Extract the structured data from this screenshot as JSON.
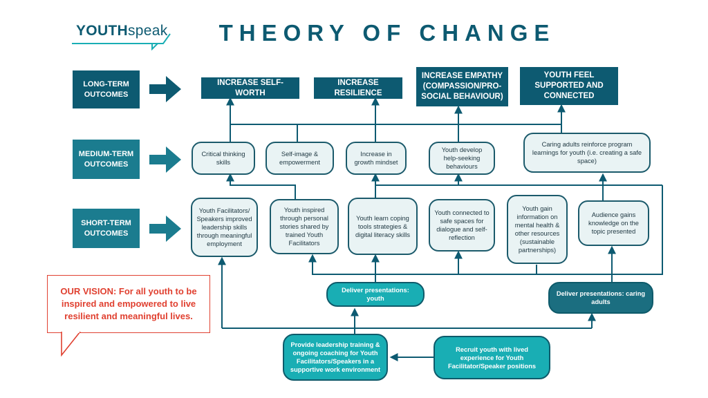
{
  "logo": {
    "part1": "YOUTH",
    "part2": "speak"
  },
  "title": "THEORY OF CHANGE",
  "row_labels": {
    "long": "LONG-TERM OUTCOMES",
    "medium": "MEDIUM-TERM OUTCOMES",
    "short": "SHORT-TERM OUTCOMES"
  },
  "long_term": [
    "INCREASE SELF-WORTH",
    "INCREASE RESILIENCE",
    "INCREASE EMPATHY (COMPASSION/PRO-SOCIAL BEHAVIOUR)",
    "YOUTH FEEL SUPPORTED AND CONNECTED"
  ],
  "medium_term": [
    "Critical thinking skills",
    "Self-image & empowerment",
    "Increase in growth mindset",
    "Youth develop help-seeking behaviours",
    "Caring adults reinforce program learnings for youth (i.e. creating a safe space)"
  ],
  "short_term": [
    "Youth Facilitators/ Speakers improved leadership skills through meaningful employment",
    "Youth inspired through personal stories shared by trained Youth Facilitators",
    "Youth learn coping tools strategies & digital literacy skills",
    "Youth connected to safe spaces for dialogue and self-reflection",
    "Youth gain information on mental health & other resources (sustainable partnerships)",
    "Audience gains knowledge on the topic presented"
  ],
  "activities": {
    "deliver_youth": "Deliver presentations: youth",
    "deliver_adults": "Deliver presentations: caring adults",
    "leadership_training": "Provide leadership training & ongoing coaching for Youth Facilitators/Speakers in a supportive work environment",
    "recruit": "Recruit youth with lived experience for Youth Facilitator/Speaker positions"
  },
  "vision": {
    "label": "OUR VISION:",
    "text": "For all youth to be inspired and empowered to live resilient and meaningful lives."
  },
  "colors": {
    "navy": "#0d5a71",
    "teal": "#1b7c8f",
    "bright_teal": "#19aeb4",
    "vision_red": "#e04030"
  }
}
